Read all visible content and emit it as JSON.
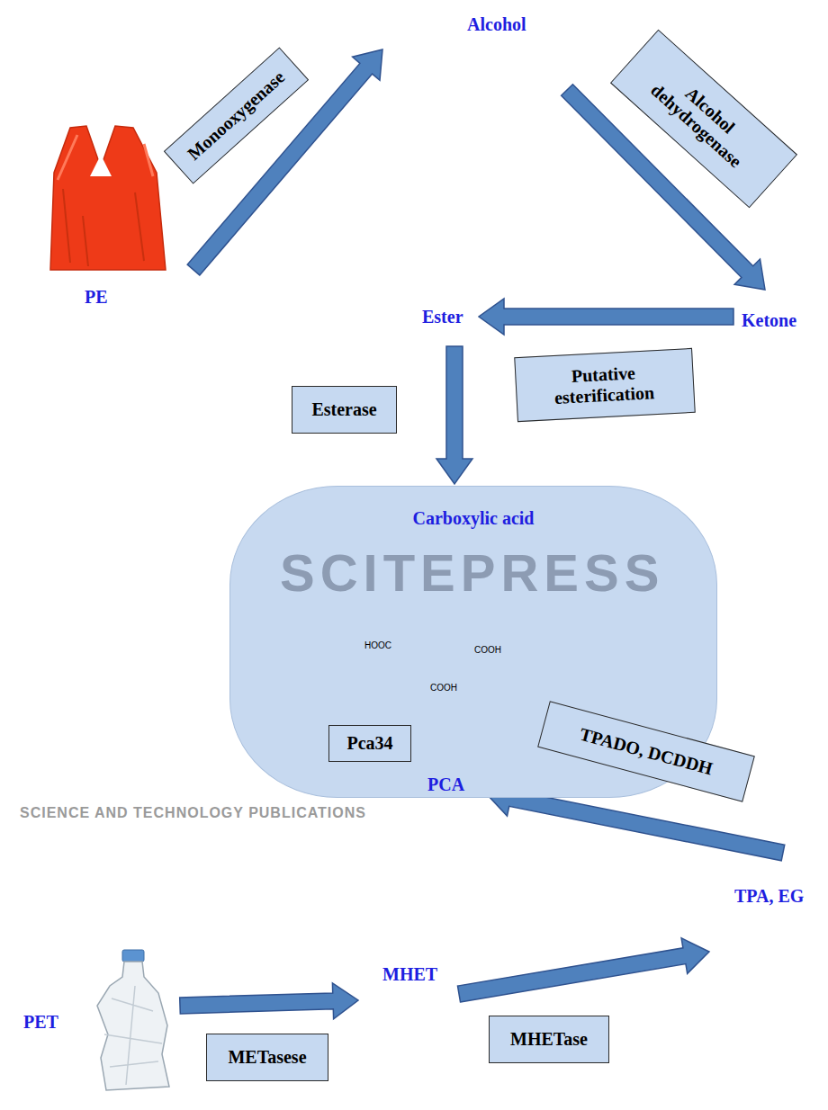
{
  "diagram": {
    "nodes": [
      {
        "text": [
          "Monooxygenase"
        ]
      },
      {
        "text": [
          "Alcohol dehydrogenase"
        ]
      },
      {
        "text": [
          "Putative esterification"
        ]
      },
      {
        "text": [
          "Esterase"
        ]
      },
      {
        "text": [
          "Carboxylic acid"
        ]
      },
      {
        "text": [
          "Pca34"
        ],
        "in": 4
      },
      {
        "text": [
          "TPADO, DCDDH"
        ]
      },
      {
        "text": [
          "METasese"
        ]
      },
      {
        "text": [
          "MHETase"
        ]
      }
    ],
    "labels": [
      "Alcohol",
      "PE",
      "Ester",
      "Ketone",
      "SCITEPRESS",
      "HOOC",
      "COOH",
      "COOH",
      "SCIENCE AND TECHNOLOGY PUBLICATIONS",
      "PCA",
      "TPA, EG",
      "PET",
      "MHET"
    ]
  }
}
